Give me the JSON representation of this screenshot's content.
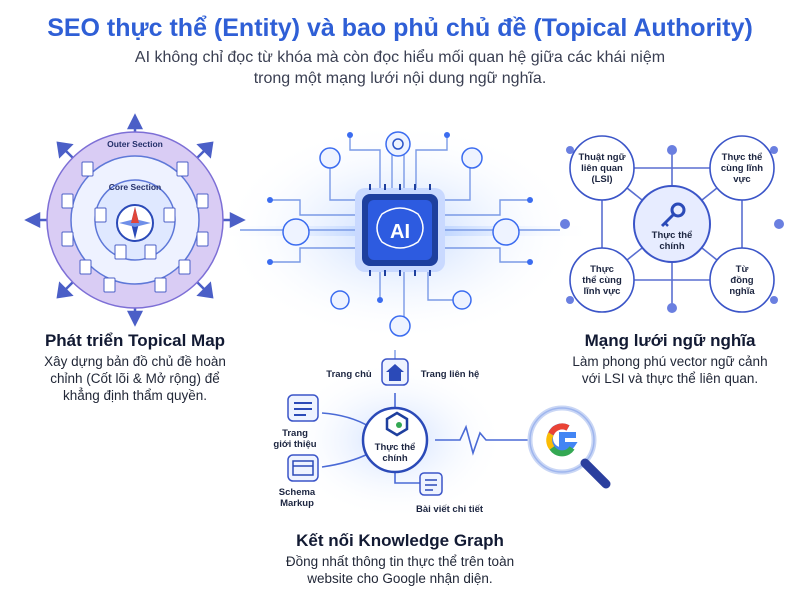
{
  "header": {
    "title": "SEO thực thể (Entity) và bao phủ chủ đề (Topical Authority)",
    "subtitle_line1": "AI không chỉ đọc từ khóa mà còn đọc hiểu mối quan hệ giữa các khái niệm",
    "subtitle_line2": "trong một mạng lưới nội dung ngữ nghĩa."
  },
  "topical_map": {
    "outer_label": "Outer Section",
    "core_label": "Core Section",
    "title": "Phát triển Topical Map",
    "desc_line1": "Xây dựng bản đồ chủ đề hoàn",
    "desc_line2": "chỉnh (Cốt lõi & Mở rộng) để",
    "desc_line3": "khẳng định thẩm quyền."
  },
  "ai_chip": {
    "label": "AI"
  },
  "semantic_network": {
    "center_line1": "Thực thể",
    "center_line2": "chính",
    "nodes": [
      {
        "line1": "Thuật ngữ",
        "line2": "liên quan",
        "line3": "(LSI)"
      },
      {
        "line1": "Thực thể",
        "line2": "cùng lĩnh",
        "line3": "vực"
      },
      {
        "line1": "Thực",
        "line2": "thể cùng",
        "line3": "lĩnh vực"
      },
      {
        "line1": "Từ",
        "line2": "đồng",
        "line3": "nghĩa"
      }
    ],
    "title": "Mạng lưới ngữ nghĩa",
    "desc_line1": "Làm phong phú vector ngữ cảnh",
    "desc_line2": "với LSI và thực thể liên quan."
  },
  "knowledge_graph": {
    "home_label": "Trang chủ",
    "contact_label": "Trang liên hệ",
    "about_line1": "Trang",
    "about_line2": "giới thiệu",
    "schema_line1": "Schema",
    "schema_line2": "Markup",
    "article_label": "Bài viết chi tiết",
    "center_line1": "Thực thể",
    "center_line2": "chính",
    "google_letter": "G",
    "title": "Kết nối Knowledge Graph",
    "desc_line1": "Đồng nhất thông tin thực thể trên toàn",
    "desc_line2": "website cho Google nhận diện."
  },
  "colors": {
    "title": "#2f5fd6",
    "accent": "#3b6cf0",
    "chip": "#1e3f9e",
    "ring_outer": "#d9ccf4",
    "ring_inner": "#eef2ff",
    "google_blue": "#4285F4",
    "google_red": "#EA4335",
    "google_yellow": "#FBBC05",
    "google_green": "#34A853"
  }
}
